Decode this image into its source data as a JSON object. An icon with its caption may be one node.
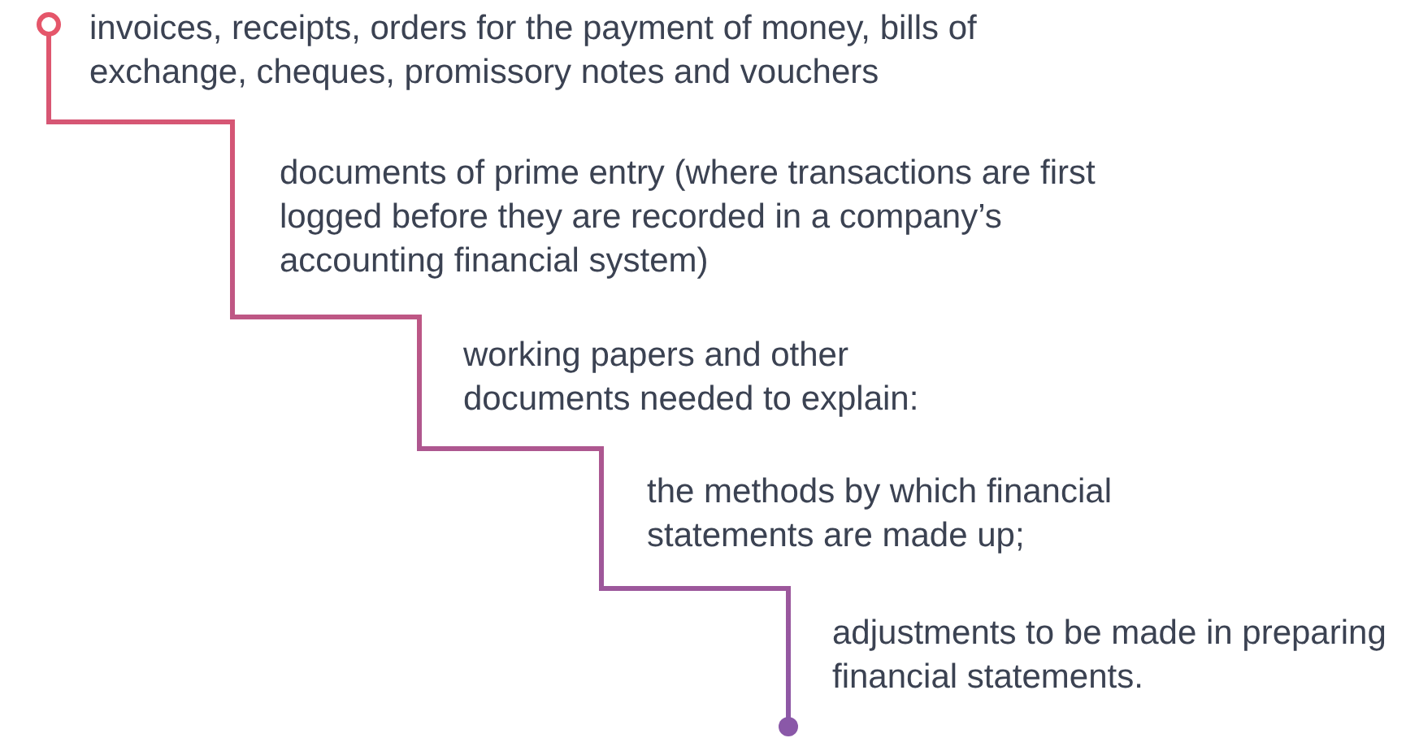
{
  "diagram": {
    "labels": [
      "invoices, receipts, orders for the payment of money, bills of exchange, cheques, promissory notes and vouchers",
      "documents of prime entry (where transactions are first logged before they are recorded in a company’s accounting financial system)",
      "working papers and other documents needed to explain:",
      "the methods by which financial statements are made up;",
      "adjustments to be made in preparing financial statements."
    ]
  }
}
